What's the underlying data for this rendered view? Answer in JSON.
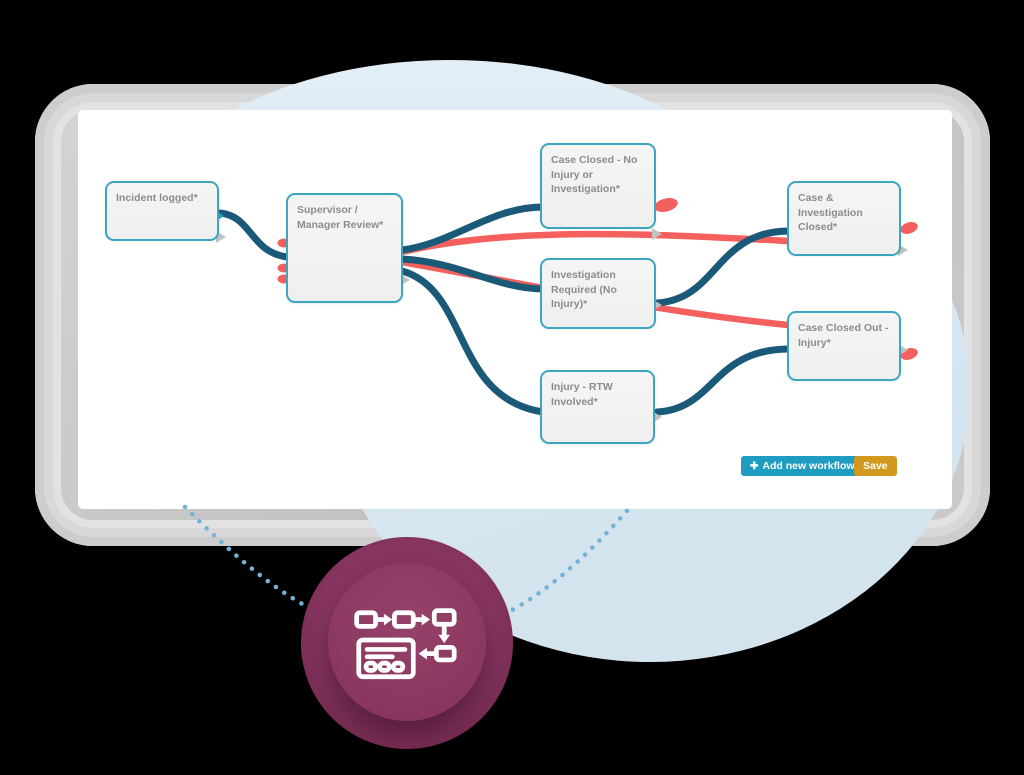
{
  "scene": {
    "description": "Marketing screenshot of a workflow editor shown on a device screen with a purple workflow-icon badge",
    "background_color": "#000000",
    "blob_color": "#d9e8f2",
    "frame_color": "#c8c8c8",
    "dotted_line_color": "#74b2d8"
  },
  "badge": {
    "icon": "workflow-icon",
    "outer_color": "#762b51",
    "inner_color": "#8d3a63"
  },
  "toolbar": {
    "add_icon": "✚",
    "add_label": "Add new workflow",
    "save_label": "Save"
  },
  "workflow": {
    "nodes": [
      {
        "id": "incident-logged",
        "label": "Incident logged*"
      },
      {
        "id": "supervisor-manager-review",
        "label": "Supervisor / Manager Review*"
      },
      {
        "id": "case-closed-no-injury",
        "label": "Case Closed - No Injury or Investigation*"
      },
      {
        "id": "investigation-required",
        "label": "Investigation Required (No Injury)*"
      },
      {
        "id": "injury-rtw-involved",
        "label": "Injury - RTW Involved*"
      },
      {
        "id": "case-investigation-closed",
        "label": "Case & Investigation Closed*"
      },
      {
        "id": "case-closed-out-injury",
        "label": "Case Closed Out - Injury*"
      }
    ],
    "edges": [
      {
        "from": "incident-logged",
        "to": "supervisor-manager-review",
        "color": "teal"
      },
      {
        "from": "supervisor-manager-review",
        "to": "case-closed-no-injury",
        "color": "teal"
      },
      {
        "from": "supervisor-manager-review",
        "to": "investigation-required",
        "color": "teal"
      },
      {
        "from": "supervisor-manager-review",
        "to": "injury-rtw-involved",
        "color": "teal"
      },
      {
        "from": "supervisor-manager-review",
        "to": "case-investigation-closed",
        "color": "red"
      },
      {
        "from": "supervisor-manager-review",
        "to": "case-closed-out-injury",
        "color": "red"
      },
      {
        "from": "investigation-required",
        "to": "case-investigation-closed",
        "color": "teal"
      },
      {
        "from": "injury-rtw-involved",
        "to": "case-closed-out-injury",
        "color": "teal"
      }
    ],
    "colors": {
      "teal_connector": "#1a5a78",
      "red_connector": "#f4605e",
      "node_border": "#3aa6bf",
      "node_fill": "#f2f2f2",
      "node_text": "#8c8c8c",
      "button_teal": "#1e9cc2",
      "button_gold": "#d19a1e"
    }
  }
}
